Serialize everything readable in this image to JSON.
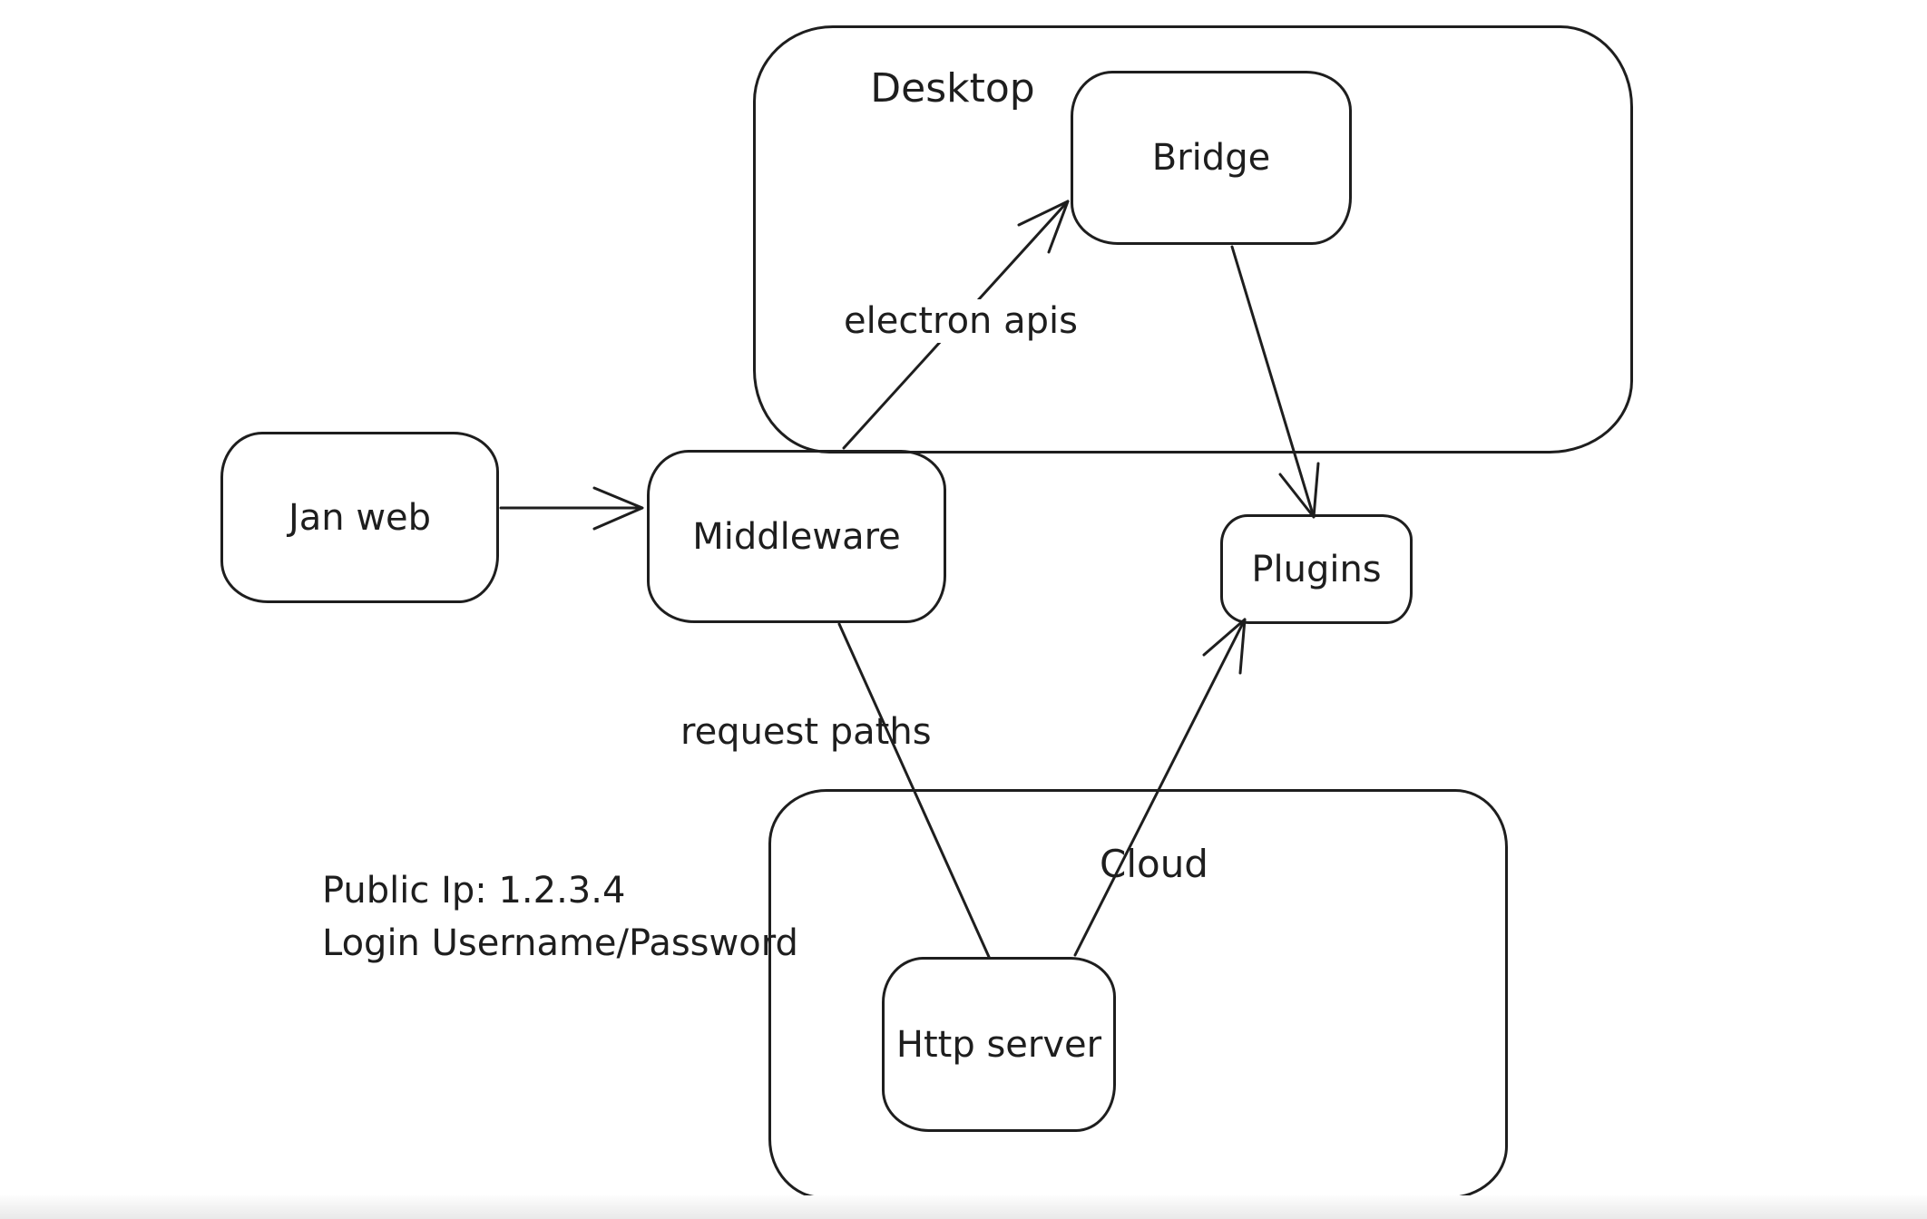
{
  "canvas": {
    "background_color": "#ffffff",
    "stroke_color": "#1e1e1e",
    "bottom_edge_color": "#e9e9e9"
  },
  "containers": {
    "desktop": {
      "label": "Desktop"
    },
    "cloud": {
      "label": "Cloud"
    }
  },
  "nodes": {
    "jan_web": {
      "label": "Jan web"
    },
    "middleware": {
      "label": "Middleware"
    },
    "bridge": {
      "label": "Bridge"
    },
    "plugins": {
      "label": "Plugins"
    },
    "http_server": {
      "label": "Http server"
    }
  },
  "edge_labels": {
    "electron_apis": "electron apis",
    "request_paths": "request paths"
  },
  "annotations": {
    "line1": "Public Ip: 1.2.3.4",
    "line2": "Login Username/Password"
  },
  "edges": [
    {
      "from": "jan_web",
      "to": "middleware",
      "arrowhead": true,
      "label": ""
    },
    {
      "from": "middleware",
      "to": "bridge",
      "arrowhead": true,
      "label": "electron apis"
    },
    {
      "from": "bridge",
      "to": "plugins",
      "arrowhead": true,
      "label": ""
    },
    {
      "from": "middleware",
      "to": "http_server",
      "arrowhead": false,
      "label": "request paths"
    },
    {
      "from": "http_server",
      "to": "plugins",
      "arrowhead": true,
      "label": ""
    }
  ]
}
